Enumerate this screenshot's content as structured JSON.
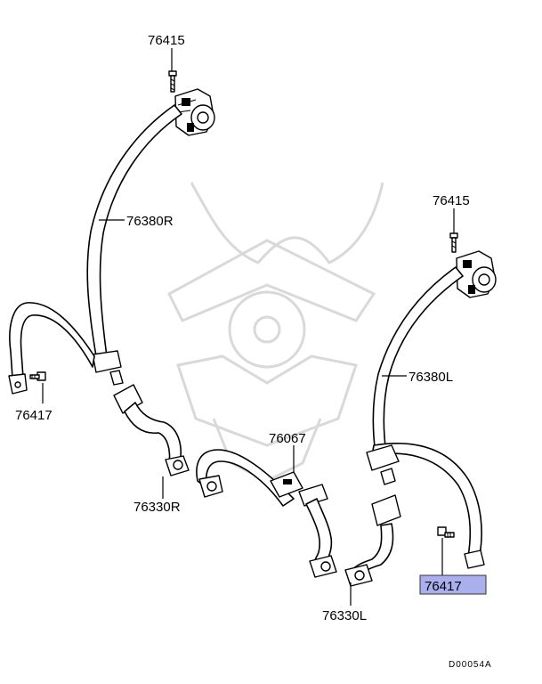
{
  "callouts": {
    "retractor_bolt_right": "76415",
    "retractor_bolt_left": "76415",
    "belt_right": "76380R",
    "belt_left": "76380L",
    "anchor_bolt_right": "76417",
    "anchor_bolt_left": "76417",
    "buckle_right": "76330R",
    "buckle_left": "76330L",
    "center_belt": "76067"
  },
  "highlight": {
    "part": "76417",
    "color": "#aab0ee"
  },
  "diagram_code": "D00054A"
}
